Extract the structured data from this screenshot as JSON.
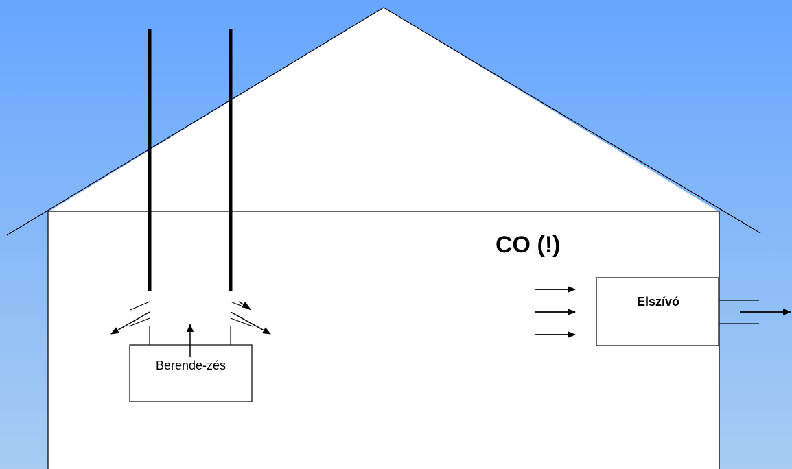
{
  "diagram": {
    "co_label": "CO (!)",
    "appliance_label": "Berende-zés",
    "extractor_label": "Elszívó"
  },
  "colors": {
    "sky_top": "#66A6FF",
    "sky_bottom": "#A8CCF2",
    "house_fill": "#FFFFFF",
    "line": "#000000"
  }
}
